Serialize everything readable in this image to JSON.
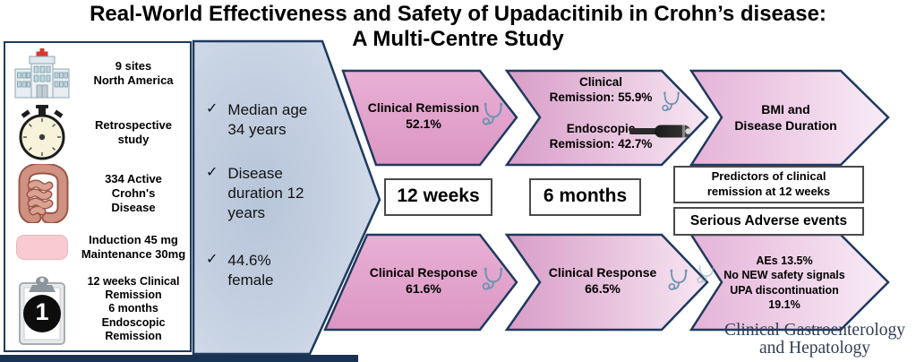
{
  "title": {
    "text": "Real-World Effectiveness and Safety of Upadacitinib in Crohn’s disease:\nA Multi-Centre Study"
  },
  "sidebar": {
    "items": [
      {
        "icon": "hospital-icon",
        "label": "9 sites\nNorth America"
      },
      {
        "icon": "stopwatch-icon",
        "label": "Retrospective\nstudy"
      },
      {
        "icon": "intestine-icon",
        "label": "334 Active\nCrohn's\nDisease"
      },
      {
        "icon": "pill-icon",
        "label": "Induction 45 mg\nMaintenance 30mg"
      },
      {
        "icon": "clipboard-icon",
        "label": "12 weeks Clinical\nRemission\n6 months Endoscopic\nRemission",
        "badge": "1"
      }
    ]
  },
  "cohort": {
    "items": [
      {
        "check": "✓",
        "label": "Median age\n34 years"
      },
      {
        "check": "✓",
        "label": "Disease\nduration 12\nyears"
      },
      {
        "check": "✓",
        "label": "44.6%\nfemale"
      }
    ]
  },
  "flow": {
    "top_arrows": [
      {
        "label": "Clinical Remission\n52.1%"
      },
      {
        "label_top": "Clinical\nRemission: 55.9%",
        "label_bottom": "Endoscopic\nRemission: 42.7%"
      },
      {
        "label": "BMI and\nDisease Duration"
      }
    ],
    "bottom_arrows": [
      {
        "label": "Clinical Response\n61.6%"
      },
      {
        "label": "Clinical Response\n66.5%"
      },
      {
        "label": "AEs 13.5%\nNo NEW safety signals\nUPA discontinuation\n19.1%"
      }
    ],
    "timepoints": [
      "12 weeks",
      "6 months"
    ],
    "info_boxes": [
      "Predictors of clinical\nremission at 12 weeks",
      "Serious Adverse events"
    ]
  },
  "journal": {
    "text": "Clinical Gastroenterology\nand Hepatology"
  },
  "colors": {
    "accent_navy": "#1e3a5f",
    "pink_solid": "#e2a3cb",
    "pink_light": "#f3ddee",
    "blue_fill": "#c3cfe1",
    "bottom_bar": "#1a3355"
  }
}
